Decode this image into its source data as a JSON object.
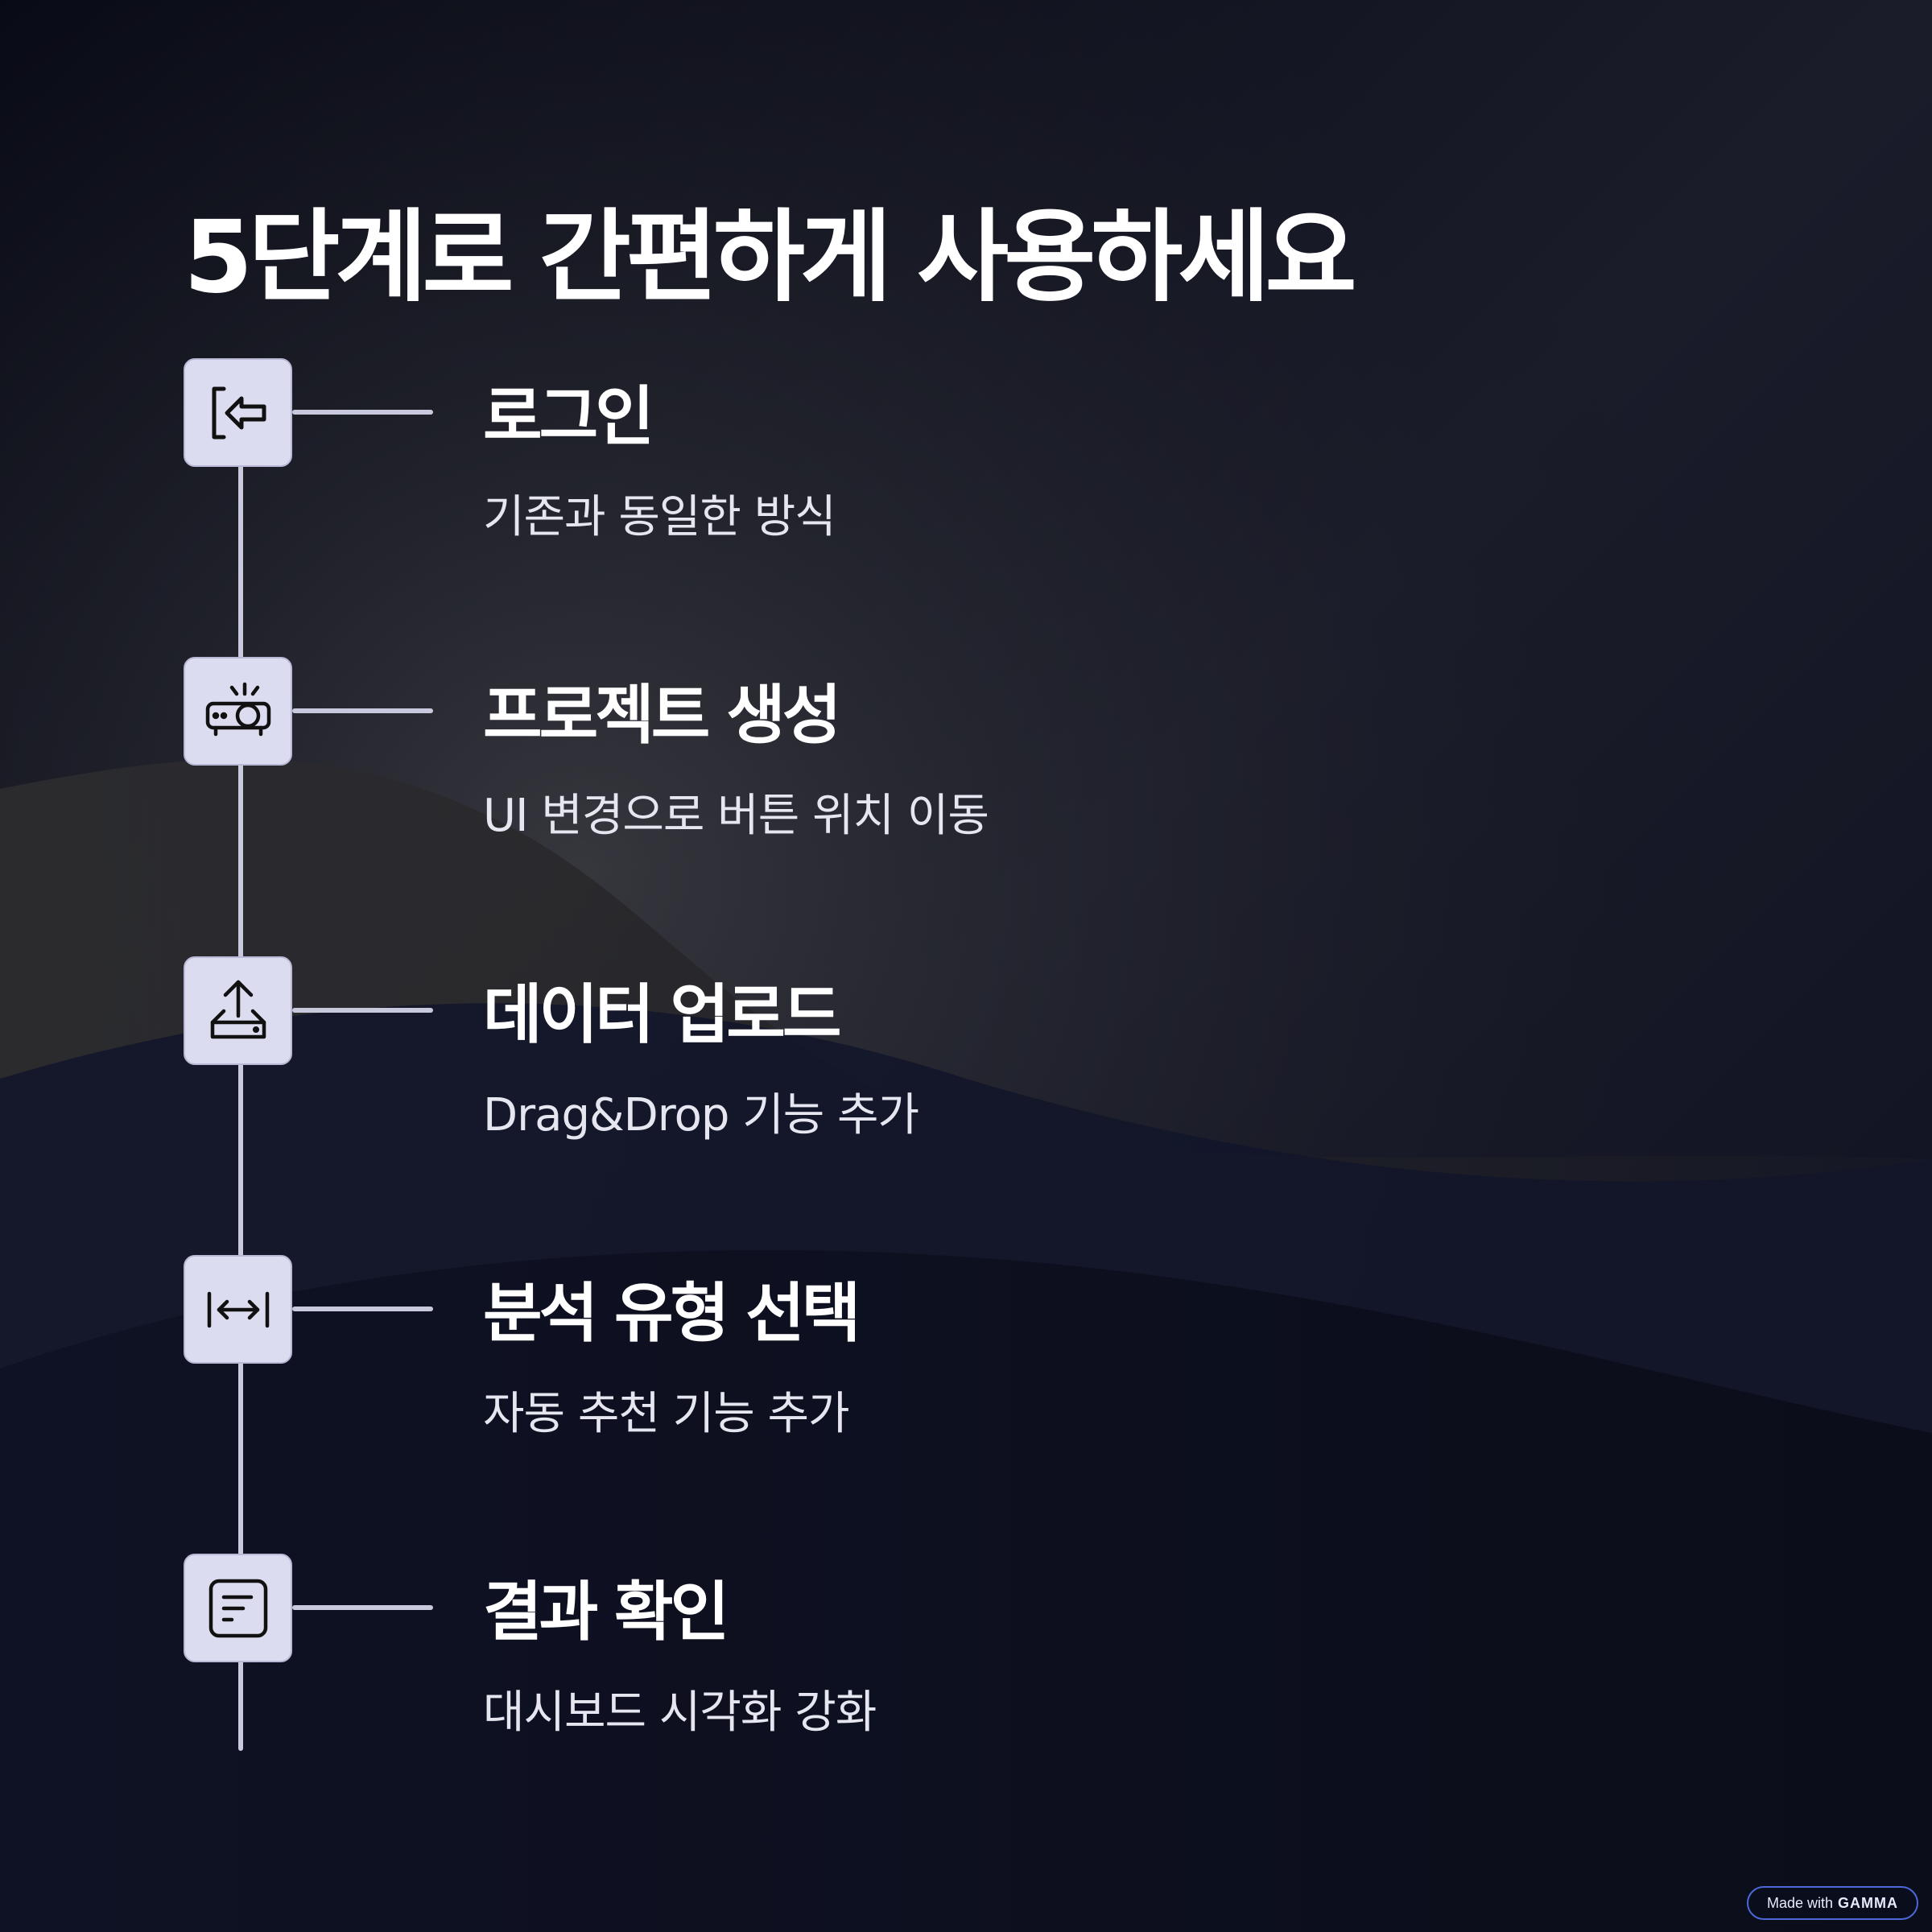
{
  "page": {
    "title": "5단계로 간편하게 사용하세요"
  },
  "steps": [
    {
      "title": "로그인",
      "description": "기존과 동일한 방식",
      "icon": "login-arrow-icon"
    },
    {
      "title": "프로젝트 생성",
      "description": "UI 변경으로 버튼 위치 이동",
      "icon": "projector-icon"
    },
    {
      "title": "데이터 업로드",
      "description": "Drag&Drop 기능 추가",
      "icon": "upload-icon"
    },
    {
      "title": "분석 유형 선택",
      "description": "자동 추천 기능 추가",
      "icon": "horizontal-arrows-icon"
    },
    {
      "title": "결과 확인",
      "description": "대시보드 시각화 강화",
      "icon": "document-lines-icon"
    }
  ],
  "badge": {
    "prefix": "Made with",
    "brand": "GAMMA"
  },
  "colors": {
    "background": "#0d0f1a",
    "icon_box": "#dcdcf0",
    "line": "#c9c9dd",
    "title": "#ffffff",
    "badge_border": "#4c68d8"
  }
}
